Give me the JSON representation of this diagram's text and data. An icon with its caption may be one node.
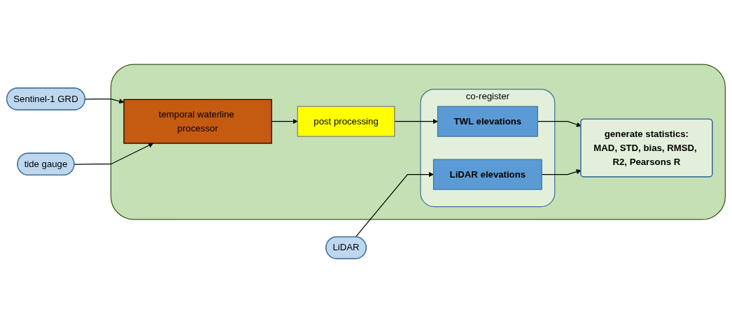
{
  "diagram": {
    "nodes": [
      {
        "text": [
          "Sentinel-1 GRD"
        ]
      },
      {
        "text": [
          "tide gauge"
        ]
      },
      {
        "text": [
          "LiDAR"
        ]
      },
      {
        "text": [],
        "shape": "box"
      },
      {
        "text": [
          "temporal waterline processor"
        ],
        "in": 3
      },
      {
        "text": [
          "post processing"
        ],
        "in": 3
      },
      {
        "text": [
          "co-register"
        ],
        "in": 3
      },
      {
        "text": [
          "TWL elevations"
        ],
        "in": 6
      },
      {
        "text": [
          "LiDAR elevations"
        ],
        "in": 6
      },
      {
        "text": [
          "generate statistics:",
          "MAD, STD, bias, RMSD, R2, Pearsons R"
        ],
        "in": 3
      }
    ],
    "edges": [
      {
        "from": 0,
        "to": 4,
        "arrow": "to"
      },
      {
        "from": 1,
        "to": 4,
        "arrow": "to"
      },
      {
        "from": 4,
        "to": 5,
        "arrow": "to"
      },
      {
        "from": 5,
        "to": 7,
        "arrow": "to"
      },
      {
        "from": 2,
        "to": 8,
        "arrow": "to"
      },
      {
        "from": 7,
        "to": 9,
        "arrow": "to"
      },
      {
        "from": 8,
        "to": 9,
        "arrow": "to"
      }
    ]
  }
}
